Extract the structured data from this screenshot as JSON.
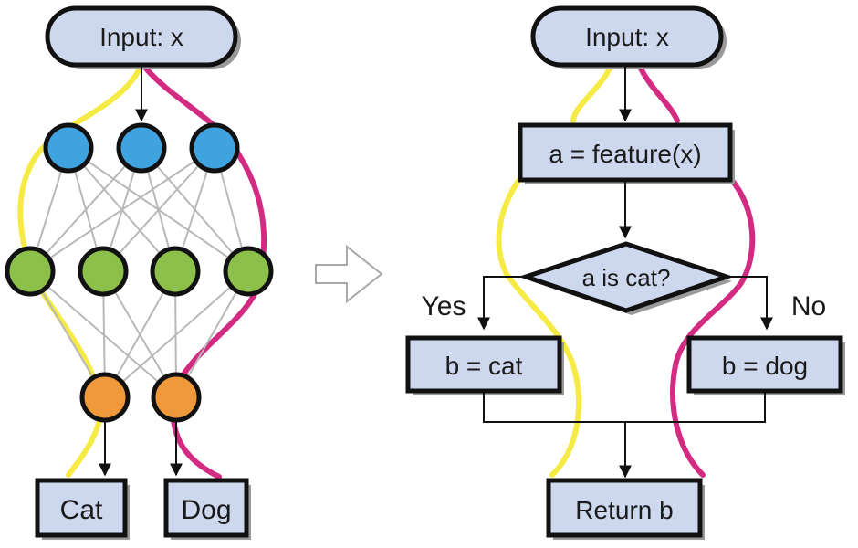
{
  "colors": {
    "box_fill": "#cdd7ee",
    "input_node": "#3fa3e0",
    "hidden_node": "#8cc04b",
    "output_node": "#f0993a",
    "path_yellow": "#f6ea45",
    "path_magenta": "#d42b82",
    "edge_gray": "#b8b8b8"
  },
  "network": {
    "input_label": "Input: x",
    "outputs": [
      "Cat",
      "Dog"
    ]
  },
  "flowchart": {
    "input_label": "Input: x",
    "feature_step": "a = feature(x)",
    "decision": "a is cat?",
    "yes_label": "Yes",
    "no_label": "No",
    "yes_step": "b = cat",
    "no_step": "b = dog",
    "return_step": "Return b"
  },
  "transition_icon": "hollow-right-arrow-icon"
}
